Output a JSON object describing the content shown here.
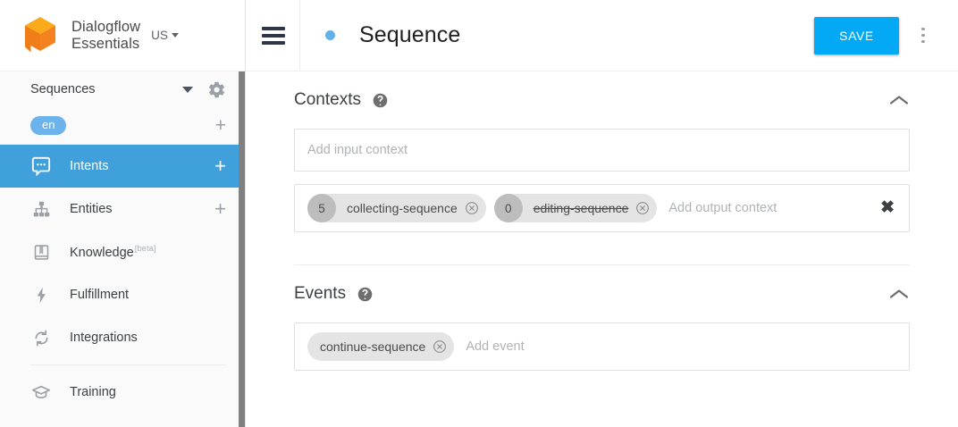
{
  "sidebar": {
    "brand": {
      "line1": "Dialogflow",
      "line2": "Essentials",
      "logo_icon": "dialogflow-cube-logo",
      "logo_color": "#f58220"
    },
    "region": {
      "label": "US",
      "caret_icon": "caret-down-icon"
    },
    "agent": {
      "name": "Sequences",
      "caret_icon": "caret-down-icon",
      "settings_icon": "gear-icon"
    },
    "language": {
      "chip": "en",
      "chip_color": "#6cb2eb",
      "add_icon": "plus-icon"
    },
    "items": [
      {
        "label": "Intents",
        "icon": "chat-bubble-icon",
        "active": true,
        "has_plus": true,
        "plus_icon": "plus-icon"
      },
      {
        "label": "Entities",
        "icon": "hierarchy-icon",
        "active": false,
        "has_plus": true,
        "plus_icon": "plus-icon"
      },
      {
        "label": "Knowledge",
        "icon": "book-icon",
        "active": false,
        "has_plus": false,
        "badge": "[beta]"
      },
      {
        "label": "Fulfillment",
        "icon": "lightning-bolt-icon",
        "active": false,
        "has_plus": false
      },
      {
        "label": "Integrations",
        "icon": "sync-arrows-icon",
        "active": false,
        "has_plus": false
      },
      {
        "label": "Training",
        "icon": "graduation-cap-icon",
        "active": false,
        "has_plus": false
      }
    ],
    "active_color": "#3fa0dc",
    "scrollbar": {
      "name": "sidebar-scrollbar"
    }
  },
  "topbar": {
    "menu_icon": "hamburger-menu-icon",
    "status_dot_color": "#64b0e8",
    "title": "Sequence",
    "save_label": "SAVE",
    "save_color": "#03a9f4",
    "kebab_icon": "more-vertical-icon"
  },
  "contexts": {
    "title": "Contexts",
    "help_icon": "help-circle-icon",
    "collapse_icon": "chevron-up-icon",
    "input_placeholder": "Add input context",
    "output_placeholder": "Add output context",
    "clear_icon": "close-x-icon",
    "output_chips": [
      {
        "lifespan": "5",
        "name": "collecting-sequence",
        "struck": false,
        "remove_icon": "remove-circle-icon"
      },
      {
        "lifespan": "0",
        "name": "editing-sequence",
        "struck": true,
        "remove_icon": "remove-circle-icon"
      }
    ]
  },
  "events": {
    "title": "Events",
    "help_icon": "help-circle-icon",
    "collapse_icon": "chevron-up-icon",
    "placeholder": "Add event",
    "chips": [
      {
        "name": "continue-sequence",
        "remove_icon": "remove-circle-icon"
      }
    ]
  }
}
